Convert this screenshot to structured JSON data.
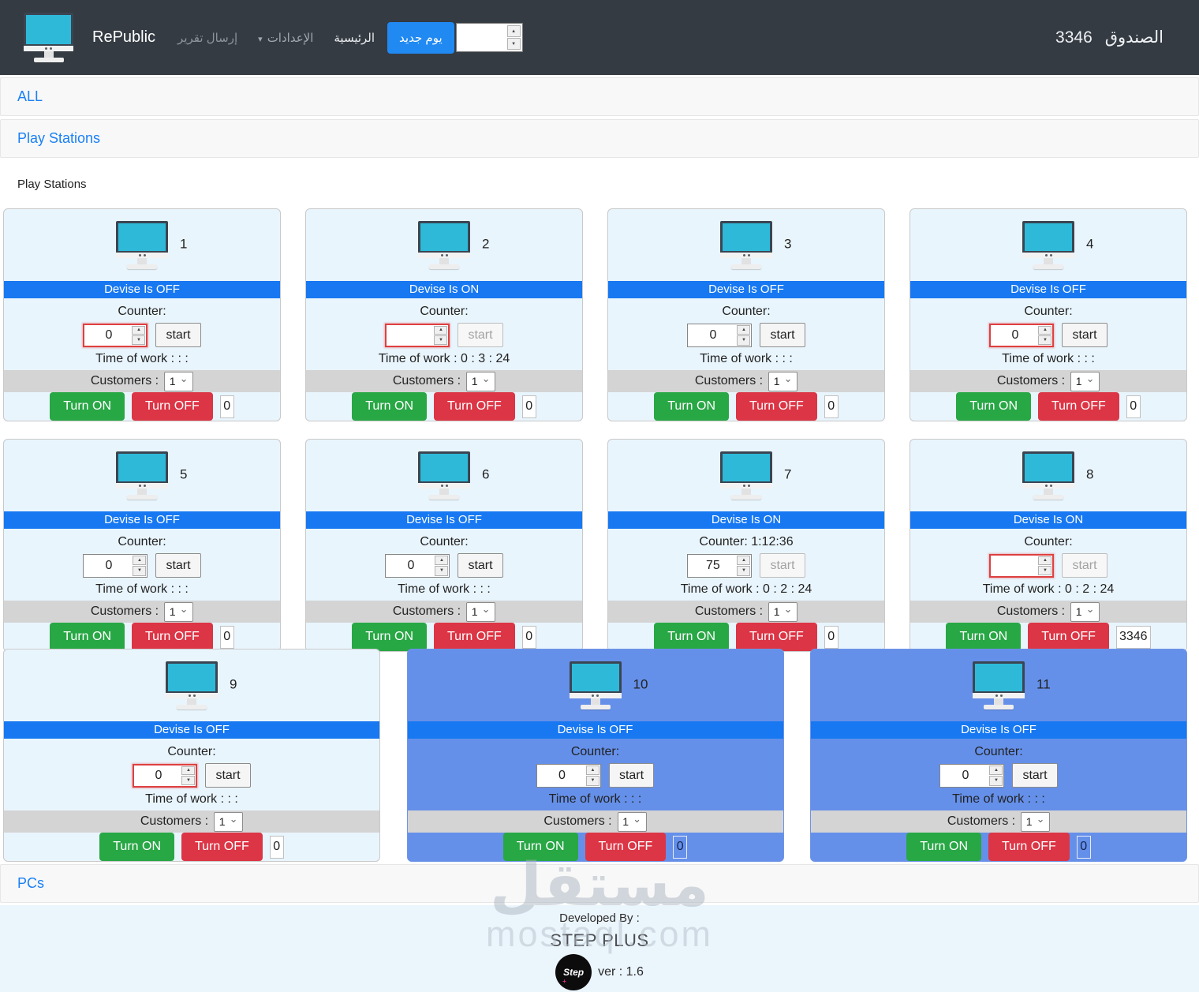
{
  "navbar": {
    "brand": "RePublic",
    "items": [
      {
        "label": "الرئيسية"
      },
      {
        "label": "الإعدادات"
      },
      {
        "label": "إرسال تقرير"
      }
    ],
    "new_day_label": "يوم جديد",
    "day_input_value": "",
    "cashbox_label": "الصندوق",
    "cashbox_value": "3346"
  },
  "sections": {
    "all_label": "ALL",
    "play_stations_label": "Play Stations",
    "play_stations_body_label": "Play Stations",
    "pcs_label": "PCs"
  },
  "card_common": {
    "start_label": "start",
    "customers_label": "Customers :",
    "customers_value": "1",
    "turn_on_label": "Turn ON",
    "turn_off_label": "Turn OFF"
  },
  "cards": [
    {
      "number": "1",
      "status": "Devise Is OFF",
      "counter_label": "Counter:",
      "counter_value": "0",
      "counter_input_red": true,
      "start_enabled": true,
      "time_of_work": "Time of work : : :",
      "meter_value": "0",
      "blue": false
    },
    {
      "number": "2",
      "status": "Devise Is ON",
      "counter_label": "Counter:",
      "counter_value": "",
      "counter_input_red": true,
      "start_enabled": false,
      "time_of_work": "Time of work : 0 : 3 : 24",
      "meter_value": "0",
      "blue": false
    },
    {
      "number": "3",
      "status": "Devise Is OFF",
      "counter_label": "Counter:",
      "counter_value": "0",
      "counter_input_red": false,
      "start_enabled": true,
      "time_of_work": "Time of work : : :",
      "meter_value": "0",
      "blue": false
    },
    {
      "number": "4",
      "status": "Devise Is OFF",
      "counter_label": "Counter:",
      "counter_value": "0",
      "counter_input_red": true,
      "start_enabled": true,
      "time_of_work": "Time of work : : :",
      "meter_value": "0",
      "blue": false
    },
    {
      "number": "5",
      "status": "Devise Is OFF",
      "counter_label": "Counter:",
      "counter_value": "0",
      "counter_input_red": false,
      "start_enabled": true,
      "time_of_work": "Time of work : : :",
      "meter_value": "0",
      "blue": false
    },
    {
      "number": "6",
      "status": "Devise Is OFF",
      "counter_label": "Counter:",
      "counter_value": "0",
      "counter_input_red": false,
      "start_enabled": true,
      "time_of_work": "Time of work : : :",
      "meter_value": "0",
      "blue": false
    },
    {
      "number": "7",
      "status": "Devise Is ON",
      "counter_label": "Counter: 1:12:36",
      "counter_value": "75",
      "counter_input_red": false,
      "start_enabled": false,
      "time_of_work": "Time of work : 0 : 2 : 24",
      "meter_value": "0",
      "blue": false
    },
    {
      "number": "8",
      "status": "Devise Is ON",
      "counter_label": "Counter:",
      "counter_value": "",
      "counter_input_red": true,
      "start_enabled": false,
      "time_of_work": "Time of work : 0 : 2 : 24",
      "meter_value": "3346",
      "blue": false
    },
    {
      "number": "9",
      "status": "Devise Is OFF",
      "counter_label": "Counter:",
      "counter_value": "0",
      "counter_input_red": true,
      "start_enabled": true,
      "time_of_work": "Time of work : : :",
      "meter_value": "0",
      "blue": false
    },
    {
      "number": "10",
      "status": "Devise Is OFF",
      "counter_label": "Counter:",
      "counter_value": "0",
      "counter_input_red": false,
      "start_enabled": true,
      "time_of_work": "Time of work : : :",
      "meter_value": "0",
      "blue": true
    },
    {
      "number": "11",
      "status": "Devise Is OFF",
      "counter_label": "Counter:",
      "counter_value": "0",
      "counter_input_red": false,
      "start_enabled": true,
      "time_of_work": "Time of work : : :",
      "meter_value": "0",
      "blue": true
    }
  ],
  "footer": {
    "developed_by": "Developed By :",
    "brand": "STEP PLUS",
    "logo_text": "Step",
    "logo_plus": "+",
    "version": "ver : 1.6"
  },
  "watermark": {
    "line1": "مستقل",
    "line2": "mostaql.com"
  },
  "icons": {
    "caret_down": "▾",
    "chevron_down": "⌄",
    "spinner_up": "▲",
    "spinner_down": "▼"
  },
  "colors": {
    "navbar_bg": "#343B43",
    "status_bar_blue": "#1778F2",
    "new_day_blue": "#2089F2",
    "card_bg": "#E9F5FD",
    "card_blue_bg": "#6590E9",
    "customers_strip": "#D4D4D4",
    "turn_on_green": "#28A745",
    "turn_off_red": "#DC3545",
    "footer_bg": "#EBF5FC",
    "link_blue": "#1B80F5",
    "alert_red_border": "#DE4040"
  }
}
